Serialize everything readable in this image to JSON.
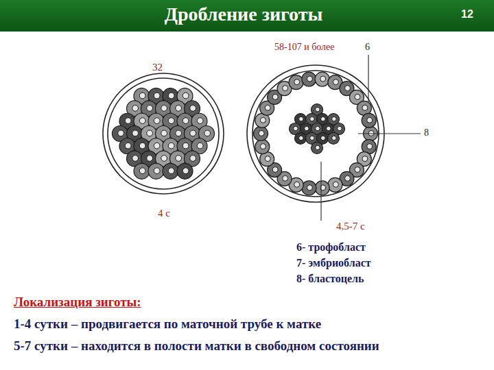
{
  "diagram": {
    "title": "Дробление зиготы",
    "labels": [
      "12",
      "32",
      "58-107 и более",
      "6",
      "8",
      "4 с",
      "4,5-7 с",
      "6- трофобласт",
      "7- эмбриобласт",
      "8- бластоцель",
      "Локализация зиготы:",
      "1-4 сутки – продвигается по маточной трубе к матке",
      "5-7 сутки – находится в полости матки в свободном состоянии"
    ]
  }
}
